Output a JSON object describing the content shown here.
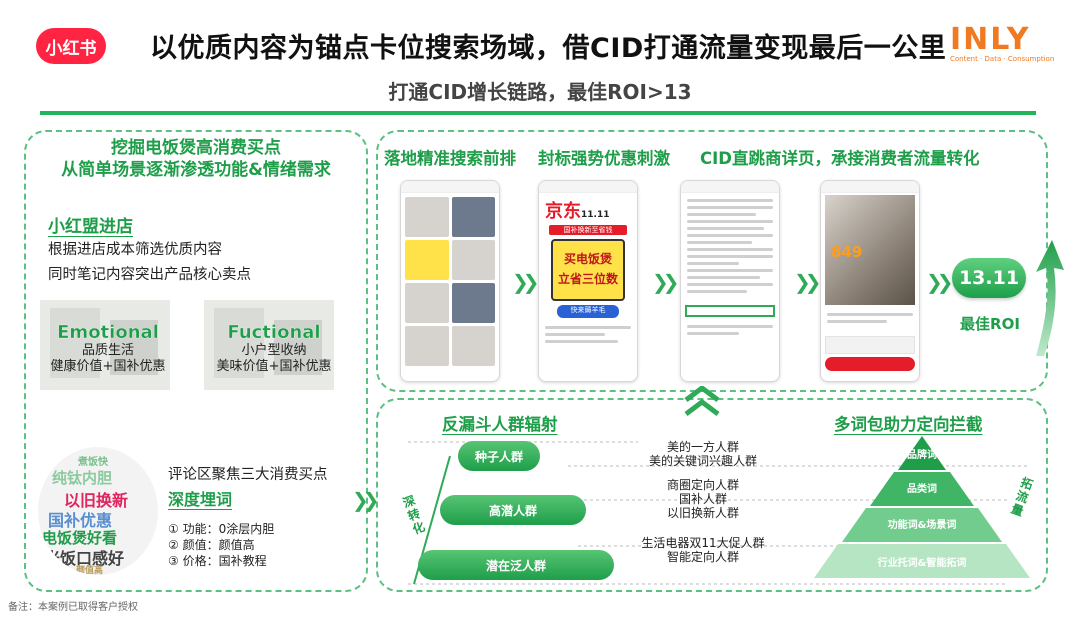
{
  "header": {
    "xhs_logo": "小红书",
    "title": "以优质内容为锚点卡位搜索场域，借CID打通流量变现最后一公里",
    "inly_logo": "INLY",
    "inly_tagline": "Content · Data · Consumption",
    "subtitle": "打通CID增长链路，最佳ROI>13"
  },
  "left_panel": {
    "heading_line1": "挖掘电饭煲高消费买点",
    "heading_line2": "从简单场景逐渐渗透功能&情绪需求",
    "section_title": "小红盟进店",
    "lines": [
      "根据进店成本筛选优质内容",
      "同时笔记内容突出产品核心卖点"
    ],
    "emotional": {
      "en": "Emotional",
      "zh1": "品质生活",
      "zh2": "健康价值+国补优惠"
    },
    "functional": {
      "en": "Fuctional",
      "zh1": "小户型收纳",
      "zh2": "美味价值+国补优惠"
    },
    "cloud_words": [
      "煮饭快",
      "纯钛内胆",
      "以旧换新",
      "国补优惠",
      "电饭煲好看",
      "米饭口感好",
      "颜值高"
    ],
    "comment_title": "评论区聚焦三大消费买点",
    "comment_sub": "深度埋词",
    "comment_items": [
      "① 功能：0涂层内胆",
      "② 颜值：颜值高",
      "③ 价格：国补教程"
    ]
  },
  "top_right": {
    "heads": [
      "落地精准搜索前排",
      "封标强势优惠刺激",
      "CID直跳商详页，承接消费者流量转化"
    ],
    "phone2": {
      "brand": "京东",
      "date": "11.11",
      "band": "国补换新至省钱",
      "box": "买电饭煲\n立省三位数",
      "pill": "快来薅羊毛"
    },
    "phone4": {
      "price": "849"
    },
    "roi_value": "13.11",
    "roi_label": "最佳ROI"
  },
  "bottom_right": {
    "head_left": "反漏斗人群辐射",
    "head_right": "多词包助力定向拦截",
    "side_left": "深转化",
    "side_right": "拓流量",
    "crowds": [
      {
        "name": "种子人群",
        "desc": "美的一方人群\n美的关键词兴趣人群"
      },
      {
        "name": "高潜人群",
        "desc": "商圈定向人群\n国补人群\n以旧换新人群"
      },
      {
        "name": "潜在泛人群",
        "desc": "生活电器双11大促人群\n智能定向人群"
      }
    ],
    "pyramid": [
      "品牌词",
      "品类词",
      "功能词&场景词",
      "行业托词&智能拓词"
    ]
  },
  "footer_note": "备注：本案例已取得客户授权",
  "colors": {
    "brand_green": "#1f9e4a",
    "xhs_red": "#ff2442",
    "inly_orange": "#f07a22"
  }
}
